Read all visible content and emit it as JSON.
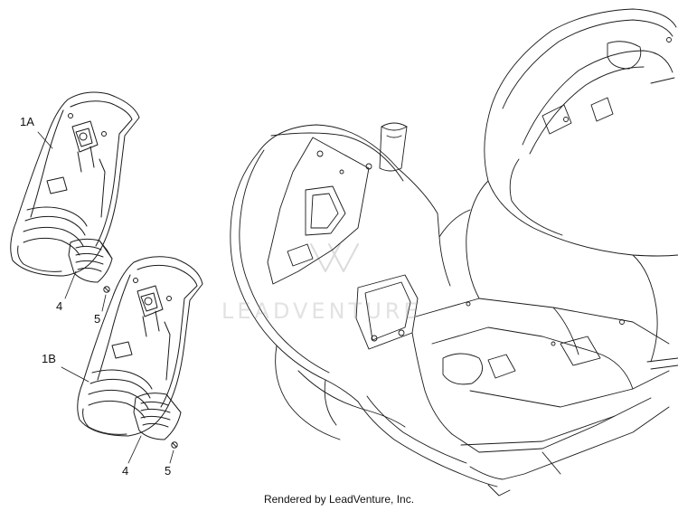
{
  "callouts": {
    "c1A": "1A",
    "c1B": "1B",
    "c4a": "4",
    "c5a": "5",
    "c4b": "4",
    "c5b": "5"
  },
  "watermark": {
    "brand": "LEADVENTURE"
  },
  "footer": {
    "text": "Rendered by LeadVenture, Inc."
  },
  "colors": {
    "line": "#1a1a1a",
    "background": "#ffffff",
    "watermark": "#9a9a9a"
  }
}
